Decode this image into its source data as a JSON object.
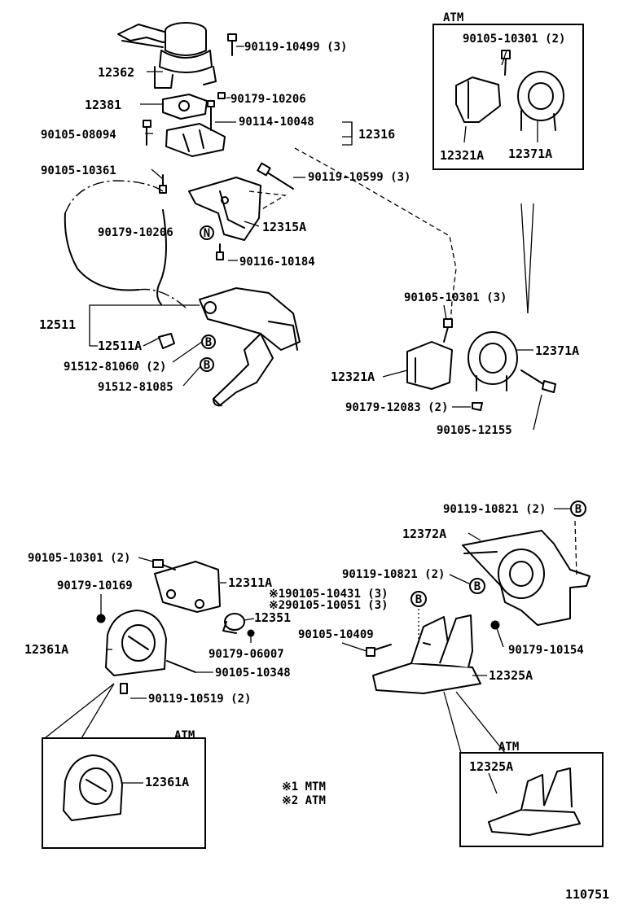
{
  "diagram_id": "110751",
  "legend": {
    "mtm": "※1 MTM",
    "atm": "※2 ATM"
  },
  "inset_labels": {
    "atm_top": "ATM",
    "atm_bottom_left": "ATM",
    "atm_bottom_right": "ATM"
  },
  "callouts": {
    "c12362": "12362",
    "c12381": "12381",
    "c90119_10499": "90119-10499 (3)",
    "c90179_10206_top": "90179-10206",
    "c90114_10048": "90114-10048",
    "c12316": "12316",
    "c90105_08094": "90105-08094",
    "c90105_10361": "90105-10361",
    "c90119_10599": "90119-10599 (3)",
    "c90179_10206_mid": "90179-10206",
    "c12315A": "12315A",
    "c90116_10184": "90116-10184",
    "c12511": "12511",
    "c12511A": "12511A",
    "c91512_81060": "91512-81060 (2)",
    "c91512_81085": "91512-81085",
    "c90105_10301_atm": "90105-10301 (2)",
    "c12321A_atm": "12321A",
    "c12371A_atm": "12371A",
    "c90105_10301_3": "90105-10301 (3)",
    "c12371A": "12371A",
    "c12321A": "12321A",
    "c90179_12083": "90179-12083 (2)",
    "c90105_12155": "90105-12155",
    "c90119_10821_a": "90119-10821 (2)",
    "c12372A": "12372A",
    "c90119_10821_b": "90119-10821 (2)",
    "c90105_10301_2": "90105-10301 (2)",
    "c12311A": "12311A",
    "c90105_10431": "※190105-10431 (3)",
    "c90105_10051": "※290105-10051 (3)",
    "c90179_10169": "90179-10169",
    "c12351": "12351",
    "c12361A": "12361A",
    "c90179_06007": "90179-06007",
    "c90105_10348": "90105-10348",
    "c90119_10519": "90119-10519 (2)",
    "c90105_10409": "90105-10409",
    "c90179_10154": "90179-10154",
    "c12325A": "12325A",
    "c12361A_atm": "12361A",
    "c12325A_atm": "12325A"
  },
  "reference_markers": {
    "marker_b": "B",
    "marker_n": "N"
  }
}
